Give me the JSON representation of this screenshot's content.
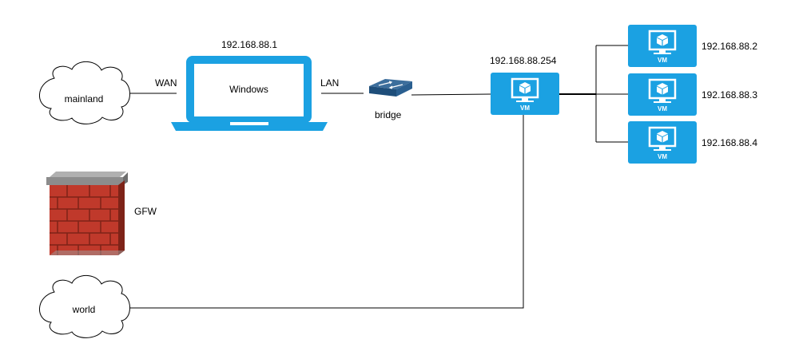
{
  "nodes": {
    "mainland": "mainland",
    "world": "world",
    "windows": "Windows",
    "bridge": "bridge",
    "gfw": "GFW"
  },
  "links": {
    "wan": "WAN",
    "lan": "LAN"
  },
  "ips": {
    "windows": "192.168.88.1",
    "router_vm": "192.168.88.254",
    "vm2": "192.168.88.2",
    "vm3": "192.168.88.3",
    "vm4": "192.168.88.4"
  },
  "vm_label": "VM",
  "colors": {
    "device_blue": "#1BA1E2",
    "cloud_stroke": "#000000",
    "brick_red": "#C0392B",
    "wall_cap": "#8C8C8C",
    "line": "#000000"
  },
  "icons": [
    "cloud-icon",
    "laptop-icon",
    "switch-icon",
    "vm-icon",
    "firewall-icon"
  ]
}
